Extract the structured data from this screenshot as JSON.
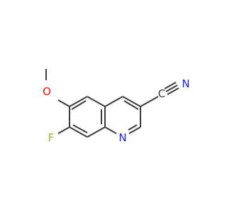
{
  "colors": {
    "bond": "#3c3c3c",
    "carbon": "#3c3c3c",
    "nitrogen": "#1a1aff",
    "oxygen": "#ff0d0d",
    "fluorine": "#8fb83c"
  },
  "atoms": {
    "ring_nitrogen": "N",
    "nitrile_nitrogen": "N",
    "nitrile_carbon": "C",
    "methoxy_oxygen": "O",
    "fluorine": "F"
  }
}
